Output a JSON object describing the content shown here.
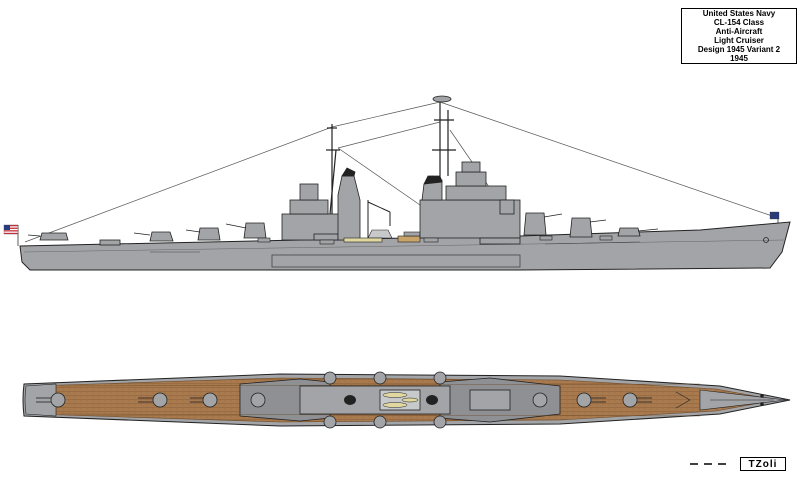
{
  "title_block": {
    "line1": "United States Navy",
    "line2": "CL-154 Class",
    "line3": "Anti-Aircraft",
    "line4": "Light Cruiser",
    "line5": "Design 1945 Variant 2",
    "line6": "1945"
  },
  "artist_mark": "TZoli",
  "colors": {
    "hull_gray": "#a2a4a7",
    "deck_wood": "#a87a4e",
    "outline": "#222222",
    "plate_gray": "#8e9094",
    "background": "#ffffff"
  },
  "icons": {
    "stern_flag": "us-flag-icon",
    "bow_flag": "jack-flag-icon"
  }
}
